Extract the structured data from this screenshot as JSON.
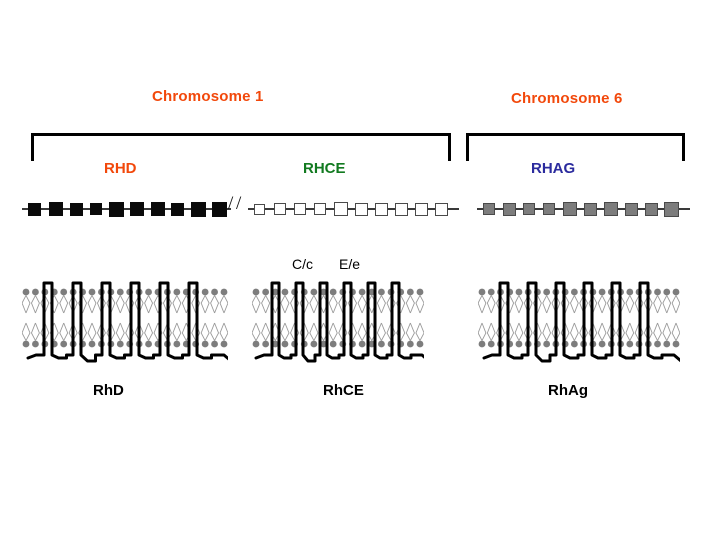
{
  "figure": {
    "title_visible": false,
    "background_color": "#ffffff"
  },
  "chromosomes": [
    {
      "id": "chromosome-1",
      "label": "Chromosome 1",
      "color": "#f2480b"
    },
    {
      "id": "chromosome-6",
      "label": "Chromosome 6",
      "color": "#f2480b"
    }
  ],
  "genes": [
    {
      "id": "RHD",
      "label": "RHD",
      "color": "#f2480b",
      "chromosome": "Chromosome 1",
      "exon_count": 10,
      "exon_style": "filled-black",
      "exon_fill": "#0a0a0a"
    },
    {
      "id": "RHCE",
      "label": "RHCE",
      "color": "#127a20",
      "chromosome": "Chromosome 1",
      "exon_count": 10,
      "exon_style": "open-white",
      "exon_fill": "#ffffff"
    },
    {
      "id": "RHAG",
      "label": "RHAG",
      "color": "#2b2b9e",
      "chromosome": "Chromosome 6",
      "exon_count": 10,
      "exon_style": "filled-gray",
      "exon_fill": "#7d7d7d"
    }
  ],
  "gene_break_symbol": "/ /",
  "allele_annotations": [
    {
      "id": "C-c",
      "label": "C/c"
    },
    {
      "id": "E-e",
      "label": "E/e"
    }
  ],
  "proteins": [
    {
      "id": "RhD",
      "label": "RhD",
      "transmembrane_domains": 12,
      "membrane": "lipid-bilayer",
      "lipid_head_color": "#7d7d7d",
      "backbone_color": "#000000"
    },
    {
      "id": "RhCE",
      "label": "RhCE",
      "transmembrane_domains": 12,
      "membrane": "lipid-bilayer",
      "lipid_head_color": "#7d7d7d",
      "backbone_color": "#000000"
    },
    {
      "id": "RhAg",
      "label": "RhAg",
      "transmembrane_domains": 12,
      "membrane": "lipid-bilayer",
      "lipid_head_color": "#7d7d7d",
      "backbone_color": "#000000"
    }
  ]
}
